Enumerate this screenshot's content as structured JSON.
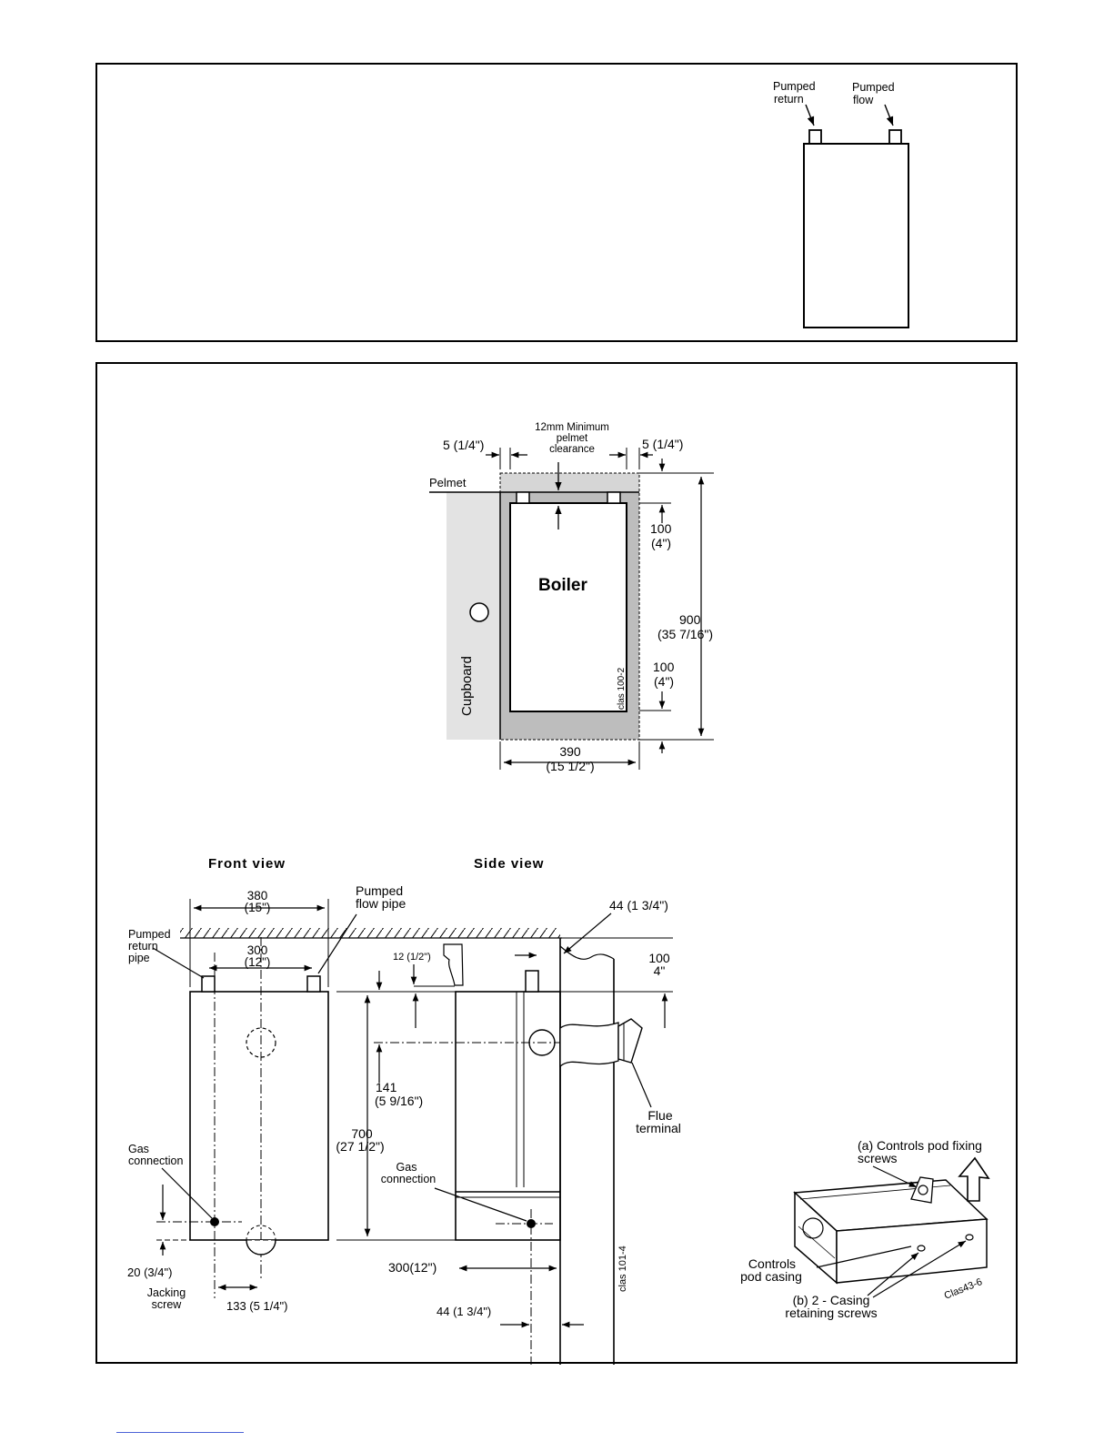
{
  "top_diagram": {
    "pumped_return": [
      "Pumped",
      "return"
    ],
    "pumped_flow": [
      "Pumped",
      "flow"
    ]
  },
  "clearance_diagram": {
    "min_pelmet": [
      "12mm Minimum",
      "pelmet",
      "clearance"
    ],
    "side_left": "5 (1/4\")",
    "side_right": "5 (1/4\")",
    "pelmet": "Pelmet",
    "top_clear": [
      "100",
      "(4\")"
    ],
    "boiler": "Boiler",
    "height": [
      "900",
      "(35 7/16\")"
    ],
    "bottom_clear": [
      "100",
      "(4\")"
    ],
    "cupboard": "Cupboard",
    "ref": "clas 100-2",
    "width": [
      "390",
      "(15 1/2\")"
    ]
  },
  "dimension_diagram": {
    "front_view": "Front view",
    "side_view": "Side view",
    "width": [
      "380",
      "(15\")"
    ],
    "pumped_flow_pipe": [
      "Pumped",
      "flow pipe"
    ],
    "pumped_return_pipe": [
      "Pumped",
      "return",
      "pipe"
    ],
    "pipe_spacing": [
      "300",
      "(12\")"
    ],
    "pelmet_gap": "12 (1/2\")",
    "wall_offset_top": "44 (1 3/4\")",
    "top_clear": [
      "100",
      "4\""
    ],
    "flue_height": [
      "141",
      "(5 9/16\")"
    ],
    "flue_terminal": [
      "Flue",
      "terminal"
    ],
    "height": [
      "700",
      "(27 1/2\")"
    ],
    "gas_connection_front": [
      "Gas",
      "connection"
    ],
    "gas_connection_side": [
      "Gas",
      "connection"
    ],
    "gas_height": "20 (3/4\")",
    "jacking_screw": [
      "Jacking",
      "screw"
    ],
    "gas_offset": "133 (5 1/4\")",
    "depth": "300(12\")",
    "wall_offset_bottom": "44 (1 3/4\")",
    "ref": "clas 101-4"
  },
  "pod_diagram": {
    "fixing_screws": [
      "(a) Controls pod fixing",
      "screws"
    ],
    "pod_casing": [
      "Controls",
      "pod casing"
    ],
    "retaining_screws": [
      "(b) 2 - Casing",
      "retaining  screws"
    ],
    "ref": "Clas43-6"
  }
}
